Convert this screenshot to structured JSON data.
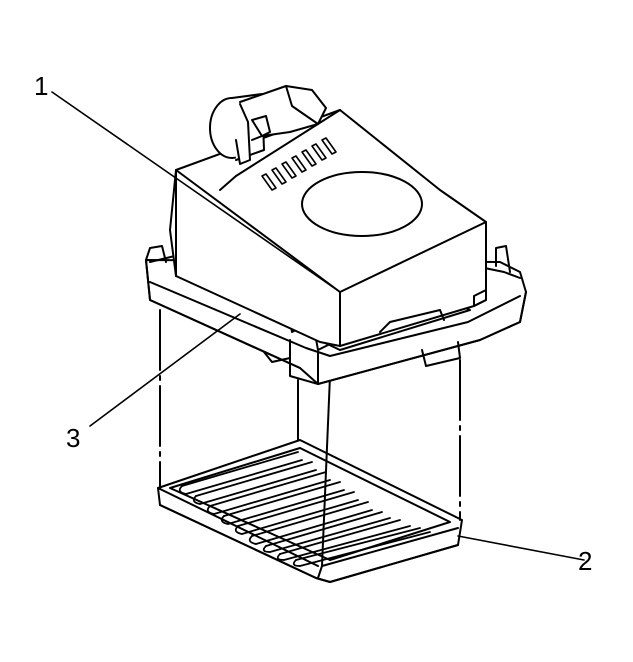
{
  "callouts": [
    {
      "label": "1"
    },
    {
      "label": "2"
    },
    {
      "label": "3"
    }
  ],
  "colors": {
    "line": "#000000",
    "fill": "#ffffff",
    "shade": "#d9d9d9"
  }
}
